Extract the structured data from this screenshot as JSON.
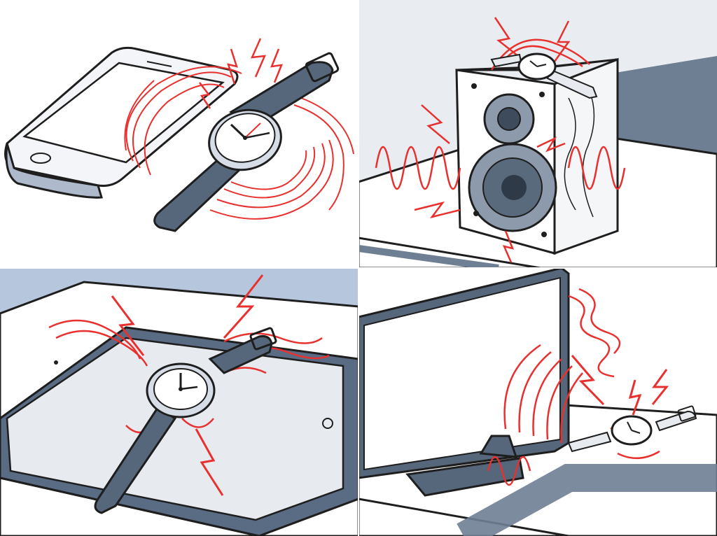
{
  "panels": [
    {
      "subject": "smartphone-and-watch"
    },
    {
      "subject": "speaker-and-watch"
    },
    {
      "subject": "tablet-and-watch"
    },
    {
      "subject": "monitor-and-watch"
    }
  ],
  "colors": {
    "outline": "#1e1e1e",
    "strap": "#56677c",
    "interference": "#e8312f",
    "panel1_bg": "#ffffff",
    "panel2_wall": "#e9edf1",
    "panel2_shadow": "#6e7f93",
    "panel3_bg": "#b6c6dd",
    "panel4_bg": "#ffffff",
    "device_gray": "#e7ebf0",
    "tablet_frame": "#5a6c84"
  }
}
